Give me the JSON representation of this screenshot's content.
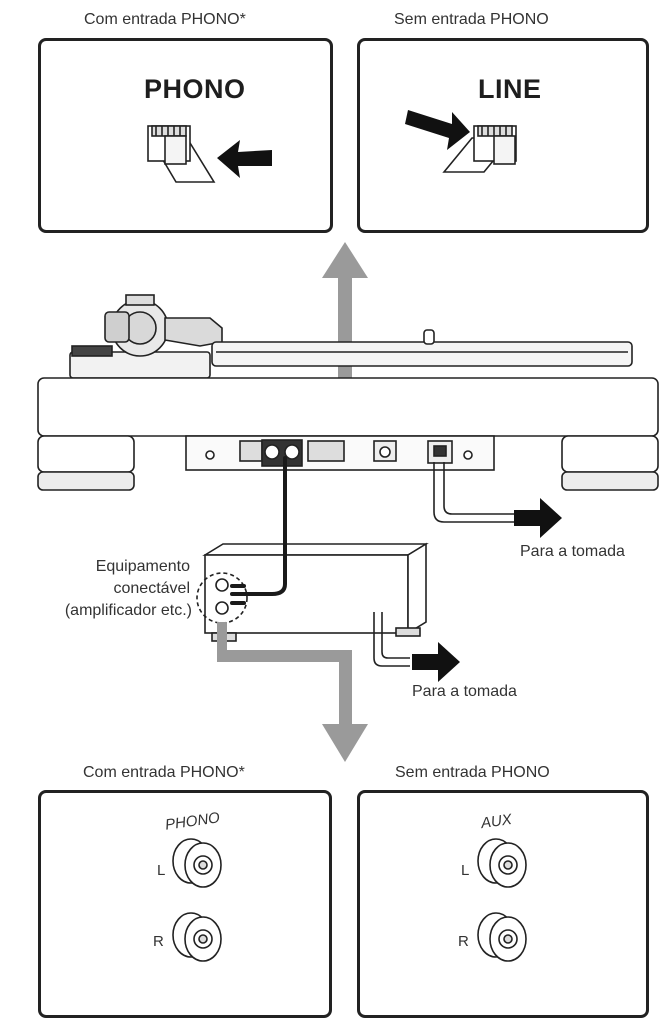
{
  "top_left": {
    "caption": "Com entrada PHONO*",
    "switch_label": "PHONO"
  },
  "top_right": {
    "caption": "Sem entrada PHONO",
    "switch_label": "LINE"
  },
  "equipment_label": [
    "Equipamento",
    "conectável",
    "(amplificador etc.)"
  ],
  "outlet_label_1": "Para a tomada",
  "outlet_label_2": "Para a tomada",
  "bottom_left": {
    "caption": "Com entrada PHONO*",
    "input_label": "PHONO",
    "left": "L",
    "right": "R"
  },
  "bottom_right": {
    "caption": "Sem entrada PHONO",
    "input_label": "AUX",
    "left": "L",
    "right": "R"
  },
  "colors": {
    "flow_arrow": "#9a9a9a",
    "outline": "#222222",
    "cable": "#1a1a1a"
  }
}
